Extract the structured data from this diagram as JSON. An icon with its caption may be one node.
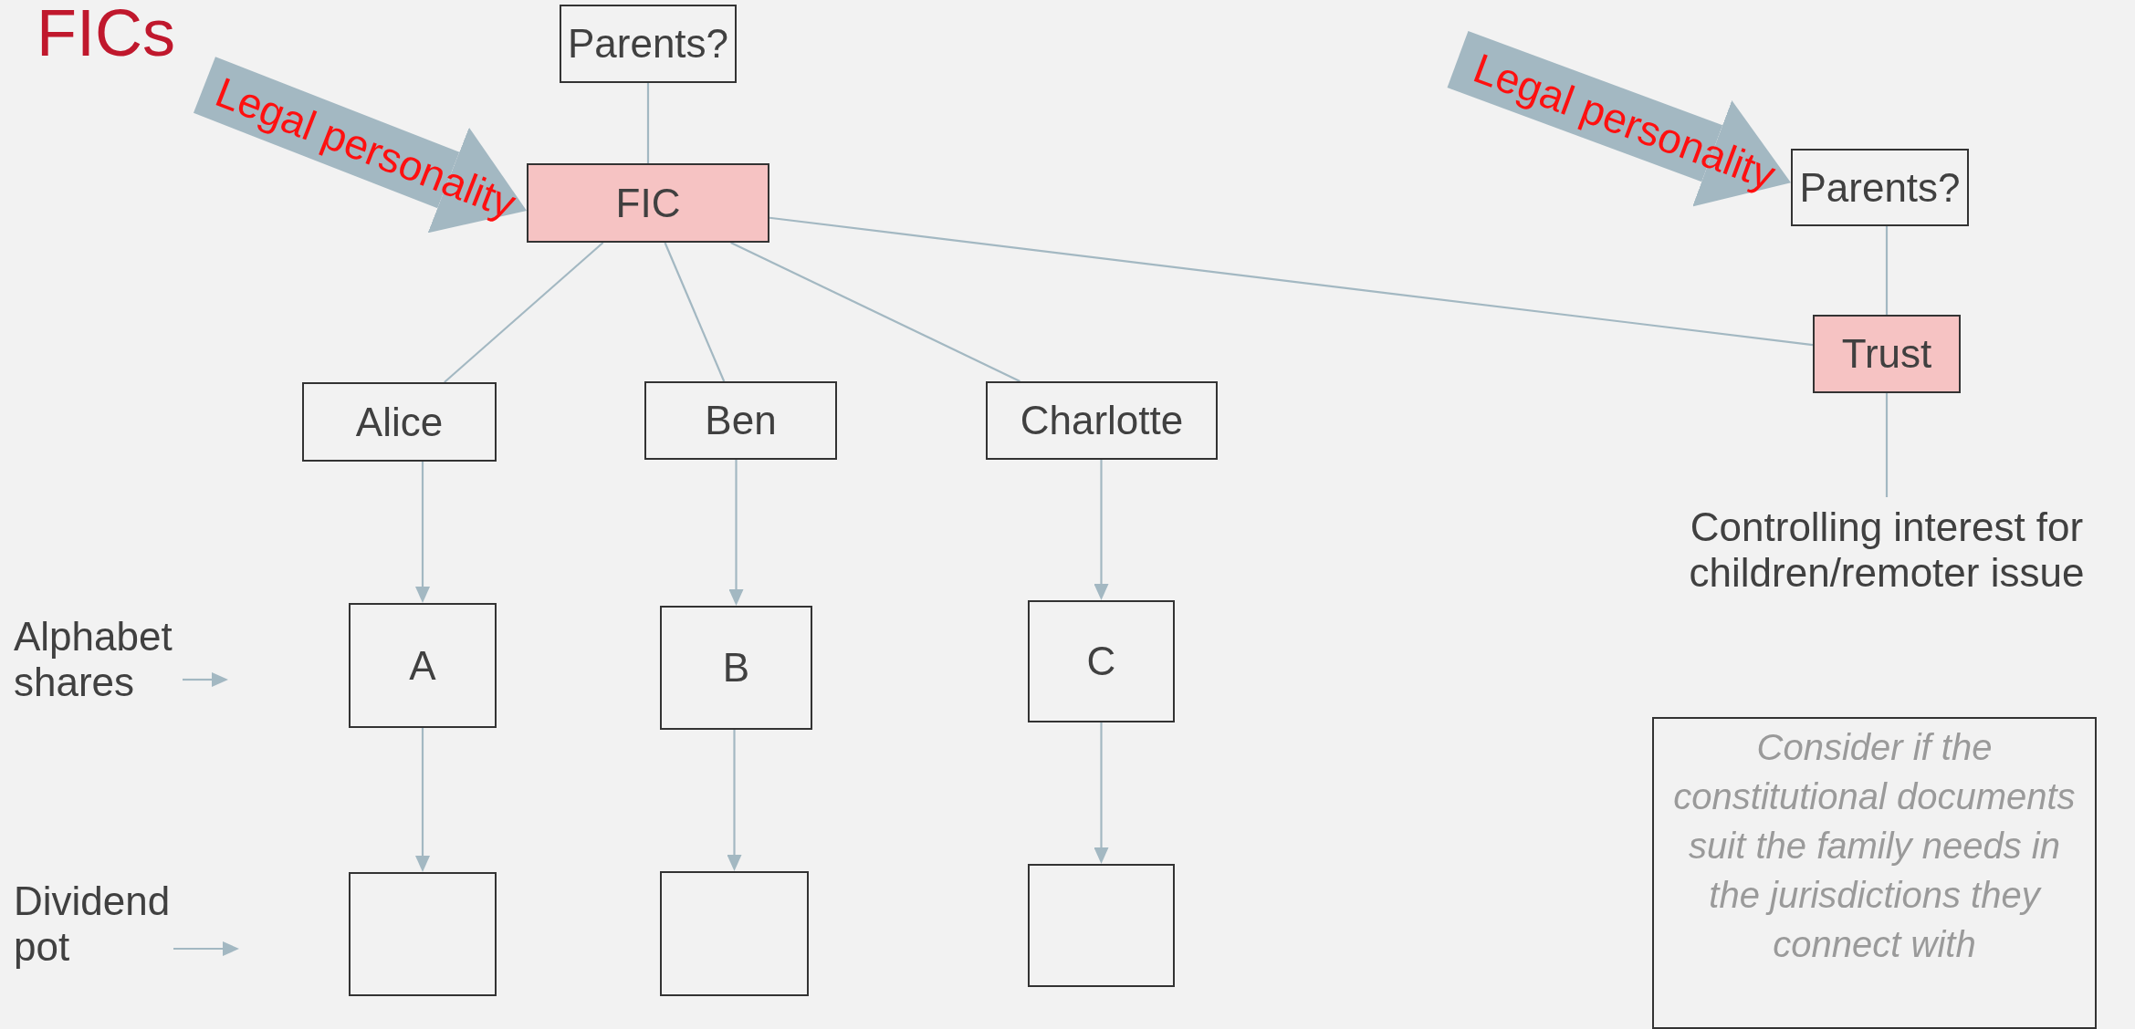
{
  "diagram": {
    "title": "FICs",
    "nodes": [
      {
        "text": [
          "Parents?"
        ]
      },
      {
        "text": [
          "FIC"
        ]
      },
      {
        "text": [
          "Alice"
        ]
      },
      {
        "text": [
          "Ben"
        ]
      },
      {
        "text": [
          "Charlotte"
        ]
      },
      {
        "text": [
          "A"
        ]
      },
      {
        "text": [
          "B"
        ]
      },
      {
        "text": [
          "C"
        ]
      },
      {
        "text": [],
        "shape": "box"
      },
      {
        "text": [],
        "shape": "box"
      },
      {
        "text": [],
        "shape": "box"
      },
      {
        "text": [
          "Parents?"
        ]
      },
      {
        "text": [
          "Trust"
        ]
      },
      {
        "text": [
          "Controlling interest for children/remoter issue"
        ]
      },
      {
        "text": [
          "Alphabet shares"
        ]
      },
      {
        "text": [
          "Dividend pot"
        ]
      },
      {
        "text": [
          "Consider if the constitutional documents suit the family needs in the jurisdictions they connect with"
        ]
      }
    ],
    "edges": [
      {
        "from": 0,
        "to": 1,
        "arrow": "none"
      },
      {
        "from": 1,
        "to": 2,
        "arrow": "none"
      },
      {
        "from": 1,
        "to": 3,
        "arrow": "none"
      },
      {
        "from": 1,
        "to": 4,
        "arrow": "none"
      },
      {
        "from": 1,
        "to": 12,
        "arrow": "none"
      },
      {
        "from": 11,
        "to": 12,
        "arrow": "none"
      },
      {
        "from": 12,
        "to": 13,
        "arrow": "none"
      },
      {
        "from": 2,
        "to": 5,
        "arrow": "to"
      },
      {
        "from": 3,
        "to": 6,
        "arrow": "to"
      },
      {
        "from": 4,
        "to": 7,
        "arrow": "to"
      },
      {
        "from": 5,
        "to": 8,
        "arrow": "to"
      },
      {
        "from": 6,
        "to": 9,
        "arrow": "to"
      },
      {
        "from": 7,
        "to": 10,
        "arrow": "to"
      },
      {
        "from": 14,
        "to": null,
        "arrow": "to"
      },
      {
        "from": 15,
        "to": null,
        "arrow": "to"
      },
      {
        "from": null,
        "to": 1,
        "arrow": "to",
        "label": "Legal personality",
        "style": "thick"
      },
      {
        "from": null,
        "to": 11,
        "arrow": "to",
        "label": "Legal personality",
        "style": "thick"
      }
    ]
  }
}
